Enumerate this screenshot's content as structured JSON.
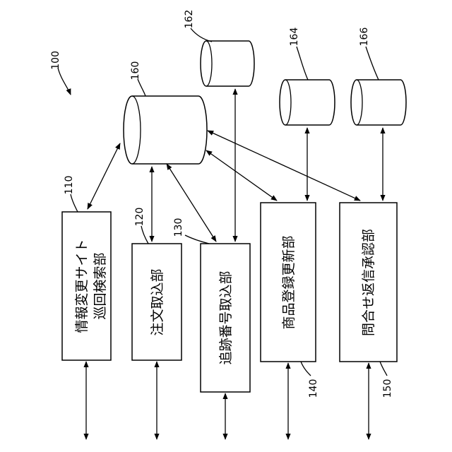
{
  "diagram": {
    "figure_ref": "100",
    "blocks": [
      {
        "id": "110",
        "ref": "110",
        "line1": "情報変更サイト",
        "line2": "巡回検索部"
      },
      {
        "id": "120",
        "ref": "120",
        "line1": "注文取込部"
      },
      {
        "id": "130",
        "ref": "130",
        "line1": "追跡番号取込部"
      },
      {
        "id": "140",
        "ref": "140",
        "line1": "商品登録更新部"
      },
      {
        "id": "150",
        "ref": "150",
        "line1": "問合せ返信承認部"
      }
    ],
    "databases": [
      {
        "id": "160",
        "ref": "160"
      },
      {
        "id": "162",
        "ref": "162"
      },
      {
        "id": "164",
        "ref": "164"
      },
      {
        "id": "166",
        "ref": "166"
      }
    ]
  }
}
